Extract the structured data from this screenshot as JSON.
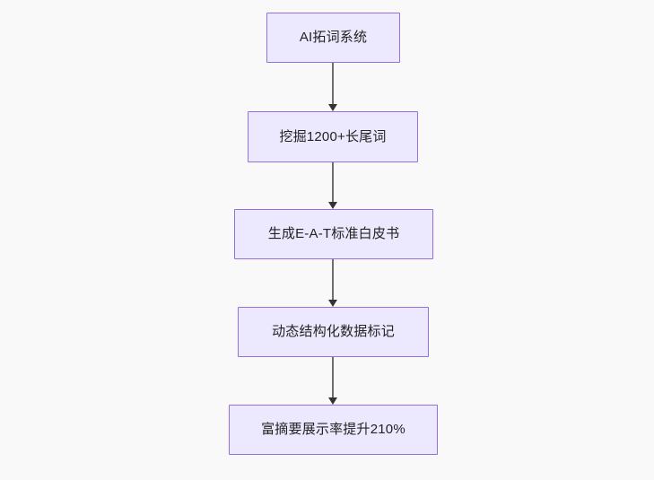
{
  "diagram": {
    "type": "flowchart",
    "orientation": "top-to-bottom",
    "background_color": "#f9f9f9",
    "node_fill_color": "#ece8fd",
    "node_border_color": "#9370db",
    "connector_color": "#6f6f6f",
    "arrowhead_color": "#333333",
    "text_color": "#232323",
    "nodes": [
      {
        "id": "node-1",
        "label": "AI拓词系统"
      },
      {
        "id": "node-2",
        "label": "挖掘1200+长尾词"
      },
      {
        "id": "node-3",
        "label": "生成E-A-T标准白皮书"
      },
      {
        "id": "node-4",
        "label": "动态结构化数据标记"
      },
      {
        "id": "node-5",
        "label": "富摘要展示率提升210%"
      }
    ],
    "edges": [
      {
        "id": "connector-1",
        "from": "node-1",
        "to": "node-2",
        "label": ""
      },
      {
        "id": "connector-2",
        "from": "node-2",
        "to": "node-3",
        "label": ""
      },
      {
        "id": "connector-3",
        "from": "node-3",
        "to": "node-4",
        "label": ""
      },
      {
        "id": "connector-4",
        "from": "node-4",
        "to": "node-5",
        "label": ""
      }
    ]
  }
}
